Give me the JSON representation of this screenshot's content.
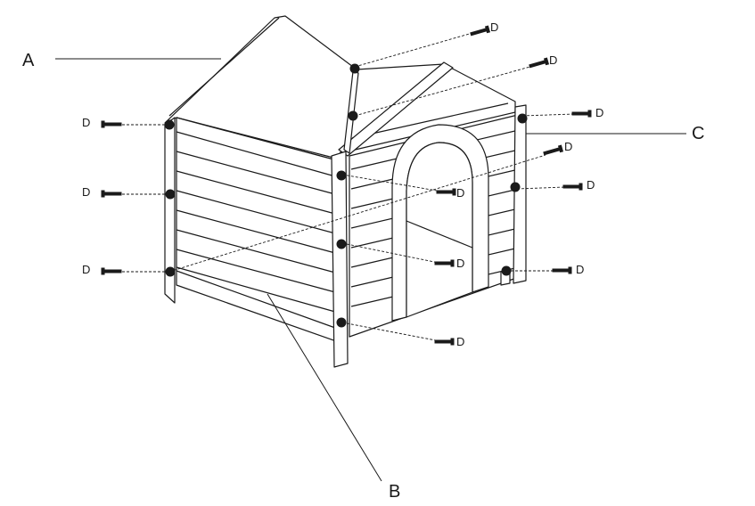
{
  "callouts": {
    "a": "A",
    "b": "B",
    "c": "C"
  },
  "screw_label": "D",
  "colors": {
    "line": "#1a1a1a",
    "fill": "#ffffff"
  }
}
